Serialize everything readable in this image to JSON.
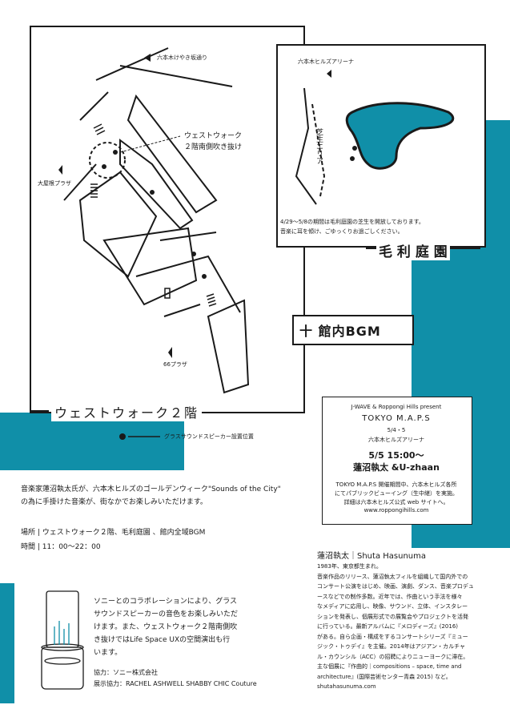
{
  "colors": {
    "accent": "#108fa8",
    "ink": "#1a1a1a"
  },
  "map_labels": {
    "keyaki": "六本木けやき坂通り",
    "west_walk_note_1": "ウェストウォーク",
    "west_walk_note_2": "２階南側吹き抜け",
    "oyane": "大屋根プラザ",
    "plaza66": "66プラザ",
    "hills_arena": "六本木ヒルズアリーナ",
    "lawn_area": "芝生エリア"
  },
  "mouri": {
    "note_1": "4/29〜5/8の期間は毛利庭園の芝生を開放しております。",
    "note_2": "音楽に耳を傾け、ごゆっくりお過ごしください。",
    "title": "毛 利 庭 園"
  },
  "bgm_label": "十 館内BGM",
  "west_walk_title": "ウェストウォーク２階",
  "legend_text": "グラスサウンドスピーカー設置位置",
  "event": {
    "presenter": "J-WAVE & Roppongi Hills present",
    "name": "TOKYO M.A.P.S",
    "dates": "5/4・5",
    "venue": "六本木ヒルズアリーナ",
    "time": "5/5 15:00〜",
    "artists": "蓮沼執太 &U-zhaan",
    "note_1": "TOKYO M.A.P.S 開催期間中、六本木ヒルズ各所",
    "note_2": "にてパブリックビューイング（生中継）を実施。",
    "note_3": "詳細は六本木ヒルズ公式 web サイトへ。",
    "url": "www.roppongihills.com"
  },
  "intro": {
    "line_1": "音楽家蓮沼執太氏が、六本木ヒルズのゴールデンウィーク\"Sounds of the City\"",
    "line_2": "の為に手掛けた音楽が、街なかでお楽しみいただけます。",
    "place": "場所 | ウェストウォーク２階、毛利庭園 、館内全域BGM",
    "time": "時間 | 11：00〜22：00"
  },
  "collab": {
    "line_1": "ソニーとのコラボレーションにより、グラス",
    "line_2": "サウンドスピーカーの音色をお楽しみいただ",
    "line_3": "けます。また、ウェストウォーク２階南側吹",
    "line_4": "き抜けではLife Space UXの空間演出も行",
    "line_5": "います。",
    "credit_1": "協力：ソニー株式会社",
    "credit_2": "展示協力：RACHEL ASHWELL SHABBY CHIC Couture"
  },
  "bio": {
    "name": "蓮沼執太｜Shuta Hasunuma",
    "lines": [
      "1983年、東京都生まれ。",
      "音楽作品のリリース、蓮沼執太フィルを組織して国内外での",
      "コンサート公演をはじめ、映画、演劇、ダンス、音楽プロデュ",
      "ースなどでの制作多数。近年では、作曲という手法を様々",
      "なメディアに応用し、映像、サウンド、立体、インスタレー",
      "ションを発表し、個展形式での展覧会やプロジェクトを活発",
      "に行っている。最新アルバムに『メロディーズ』(2016)",
      "がある。自ら企画・構成をするコンサートシリーズ『ミュー",
      "ジック・トゥデイ』を主催。2014年はアジアン・カルチャ",
      "ル・カウンシル（ACC）の招聘によりニューヨークに滞在。",
      "主な個展に『作曲的｜compositions – space, time and",
      "architecture』(国際芸術センター青森 2015) など。",
      "shutahasunuma.com"
    ]
  }
}
